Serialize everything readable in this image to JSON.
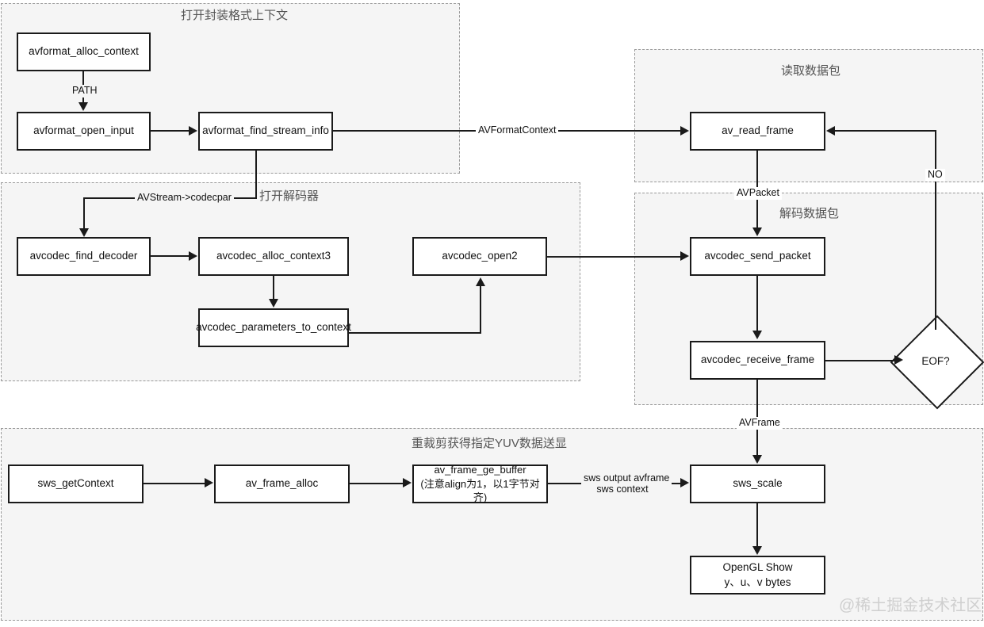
{
  "diagram": {
    "title_watermark": "@稀土掘金技术社区",
    "groups": [
      {
        "id": "open-format-context",
        "title": "打开封装格式上下文"
      },
      {
        "id": "open-decoder",
        "title": "打开解码器"
      },
      {
        "id": "read-packet",
        "title": "读取数据包"
      },
      {
        "id": "decode-packet",
        "title": "解码数据包"
      },
      {
        "id": "scale-display",
        "title": "重裁剪获得指定YUV数据送显"
      }
    ],
    "nodes": {
      "avformat_alloc_context": "avformat_alloc_context",
      "avformat_open_input": "avformat_open_input",
      "avformat_find_stream_info": "avformat_find_stream_info",
      "avcodec_find_decoder": "avcodec_find_decoder",
      "avcodec_alloc_context3": "avcodec_alloc_context3",
      "avcodec_parameters_to_context": "avcodec_parameters_to_context",
      "avcodec_open2": "avcodec_open2",
      "av_read_frame": "av_read_frame",
      "avcodec_send_packet": "avcodec_send_packet",
      "avcodec_receive_frame": "avcodec_receive_frame",
      "eof_decision": "EOF?",
      "sws_getContext": "sws_getContext",
      "av_frame_alloc": "av_frame_alloc",
      "av_frame_ge_buffer_l1": "av_frame_ge_buffer",
      "av_frame_ge_buffer_l2": "(注意align为1，以1字节对齐)",
      "sws_scale": "sws_scale",
      "opengl_show_l1": "OpenGL Show",
      "opengl_show_l2": "y、u、v bytes"
    },
    "edge_labels": {
      "path": "PATH",
      "avformat_context": "AVFormatContext",
      "avstream_codecpar": "AVStream->codecpar",
      "avpacket": "AVPacket",
      "avframe": "AVFrame",
      "no": "NO",
      "sws_output_avframe": "sws output avframe",
      "sws_context": "sws context"
    },
    "colors": {
      "group_fill": "#f5f5f5",
      "group_border": "#999999",
      "node_border": "#1a1a1a",
      "node_fill": "#ffffff",
      "text": "#111111",
      "title_text": "#555555",
      "watermark": "#cfcfcf"
    }
  },
  "chart_data": {
    "type": "table",
    "title": "FFmpeg 解码播放流程图",
    "flow_steps": [
      "avformat_alloc_context",
      "avformat_open_input",
      "avformat_find_stream_info",
      "avcodec_find_decoder",
      "avcodec_alloc_context3",
      "avcodec_parameters_to_context",
      "avcodec_open2",
      "av_read_frame",
      "avcodec_send_packet",
      "avcodec_receive_frame",
      "EOF?",
      "sws_getContext",
      "av_frame_alloc",
      "av_frame_ge_buffer",
      "sws_scale",
      "OpenGL Show"
    ]
  }
}
